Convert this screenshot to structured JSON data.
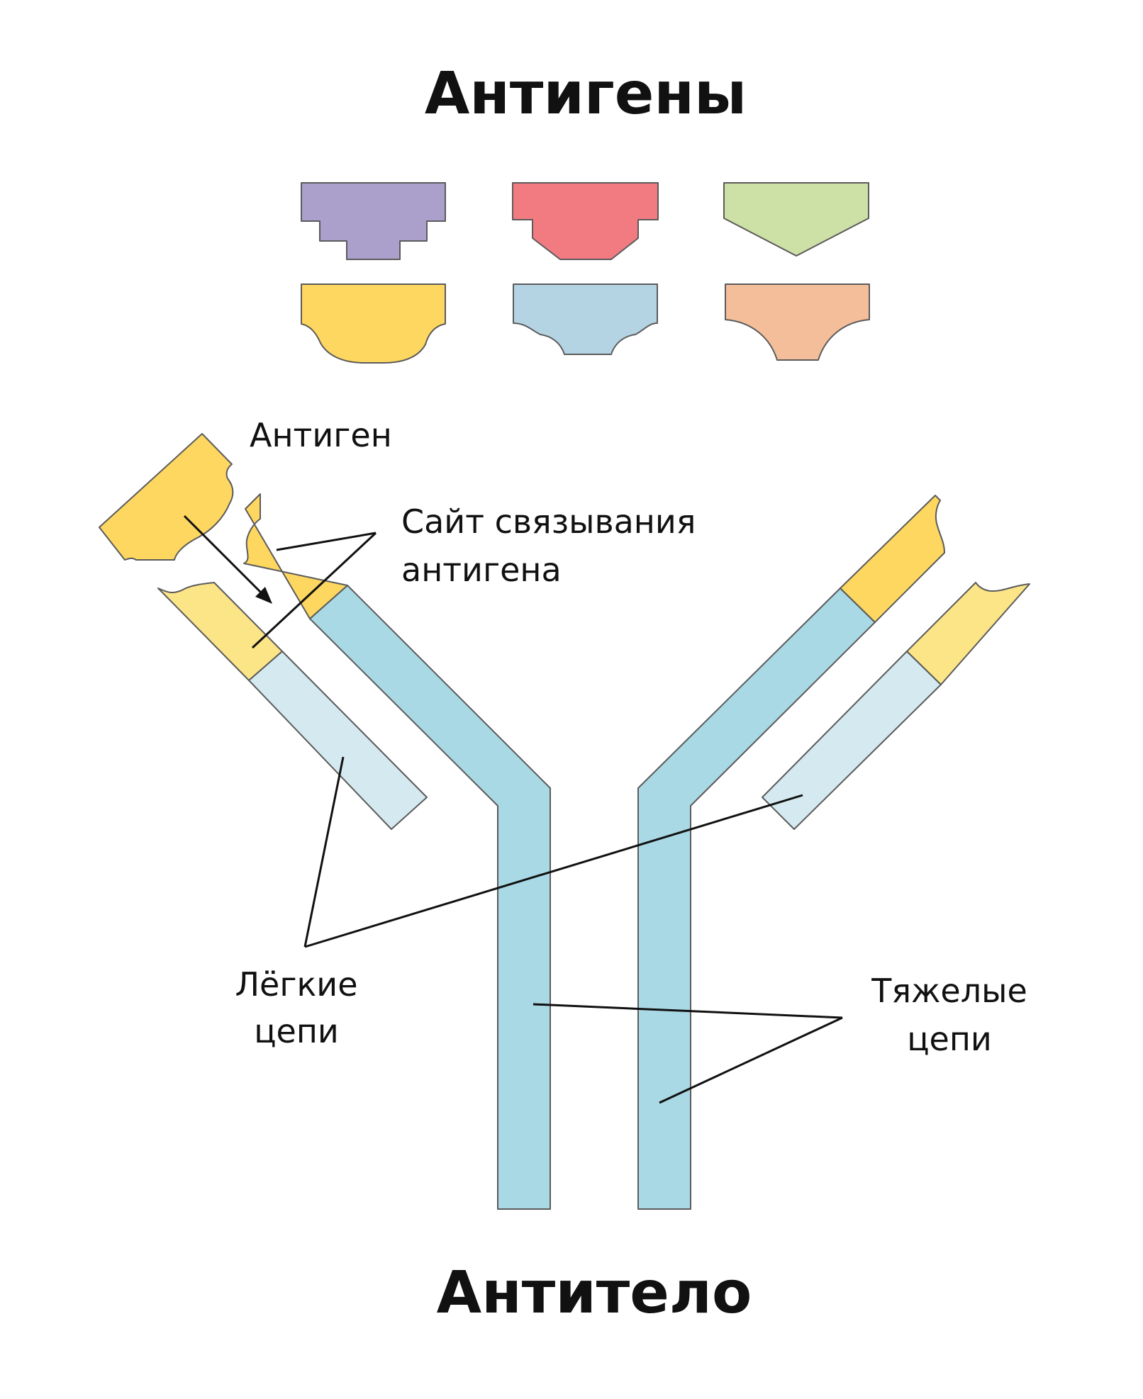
{
  "titles": {
    "antigens": "Антигены",
    "antibody": "Антитело"
  },
  "labels": {
    "antigen": "Антиген",
    "binding_site_line1": "Сайт связывания",
    "binding_site_line2": "антигена",
    "light_chains_line1": "Лёгкие",
    "light_chains_line2": "цепи",
    "heavy_chains_line1": "Тяжелые",
    "heavy_chains_line2": "цепи"
  },
  "colors": {
    "purple": "#ab9fcc",
    "red": "#f27b81",
    "green": "#cde0a6",
    "yellow": "#fdd75f",
    "blue_antigen": "#b4d3e3",
    "peach": "#f3be99",
    "heavy_chain": "#a9d9e4",
    "light_chain": "#d5eaf0",
    "light_variable": "#fbe587",
    "heavy_variable": "#fdd75f"
  }
}
